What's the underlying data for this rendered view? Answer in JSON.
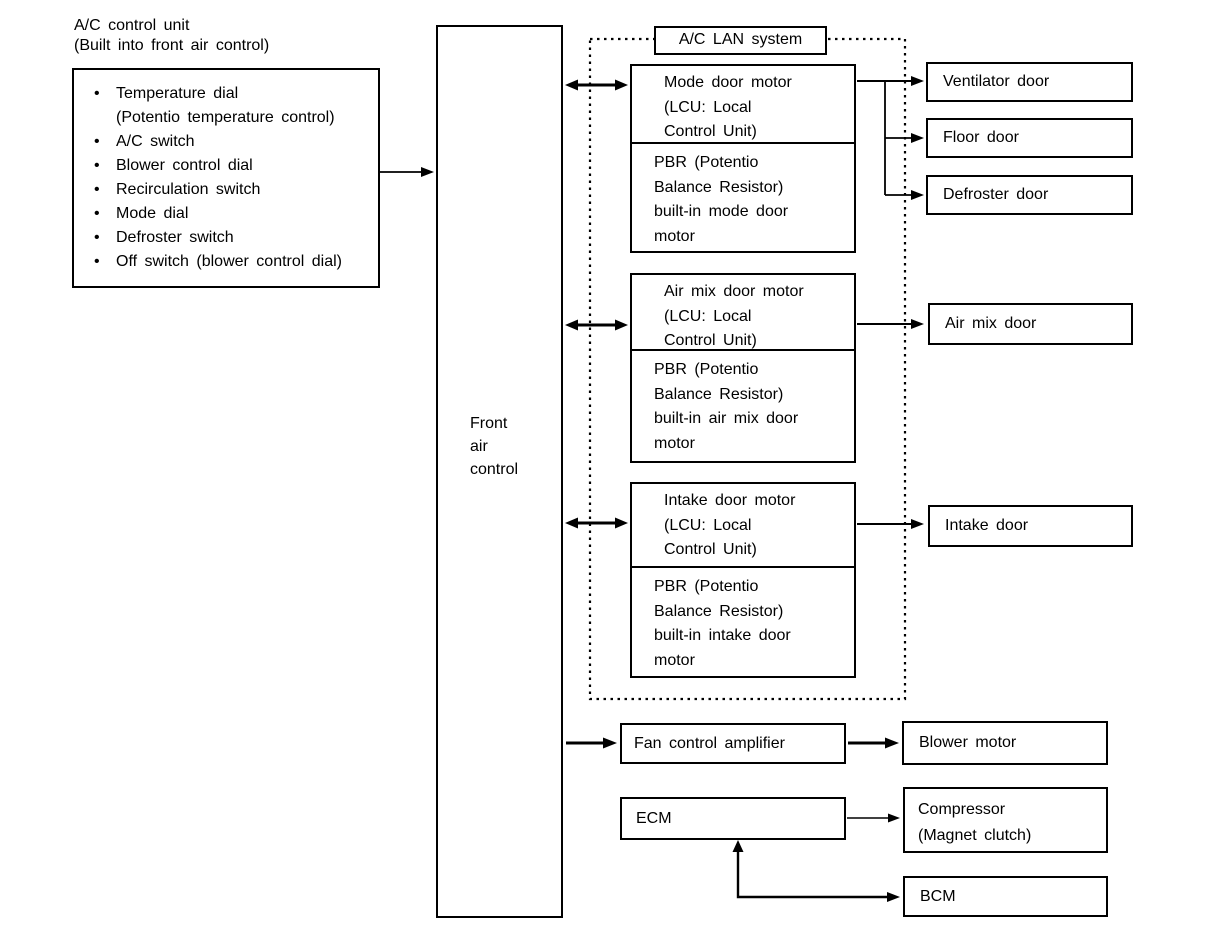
{
  "title_note": {
    "text": "A/C control unit\n(Built into front air control)"
  },
  "ac_control_unit": {
    "bullet_char": "•",
    "items": [
      "Temperature dial\n(Potentio temperature control)",
      "A/C switch",
      "Blower control dial",
      "Recirculation switch",
      "Mode dial",
      "Defroster switch",
      "Off switch (blower control dial)"
    ]
  },
  "front_air_control": {
    "label": "Front\nair\ncontrol"
  },
  "lan_system": {
    "title": "A/C LAN system",
    "motors": [
      {
        "upper": "Mode door motor\n(LCU: Local\nControl Unit)",
        "lower": "PBR (Potentio\nBalance Resistor)\nbuilt-in mode door\nmotor"
      },
      {
        "upper": "Air mix door motor\n(LCU: Local\nControl Unit)",
        "lower": "PBR (Potentio\nBalance Resistor)\nbuilt-in air mix door\nmotor"
      },
      {
        "upper": "Intake door motor\n(LCU: Local\nControl Unit)",
        "lower": "PBR (Potentio\nBalance Resistor)\nbuilt-in intake door\nmotor"
      }
    ]
  },
  "doors": {
    "ventilator": "Ventilator door",
    "floor": "Floor door",
    "defroster": "Defroster door",
    "air_mix": "Air mix door",
    "intake": "Intake door"
  },
  "bottom": {
    "fan_control_amplifier": "Fan control amplifier",
    "blower_motor": "Blower motor",
    "ecm": "ECM",
    "compressor": "Compressor\n(Magnet clutch)",
    "bcm": "BCM"
  },
  "colors": {
    "line": "#000000",
    "background": "#ffffff",
    "text": "#000000"
  }
}
